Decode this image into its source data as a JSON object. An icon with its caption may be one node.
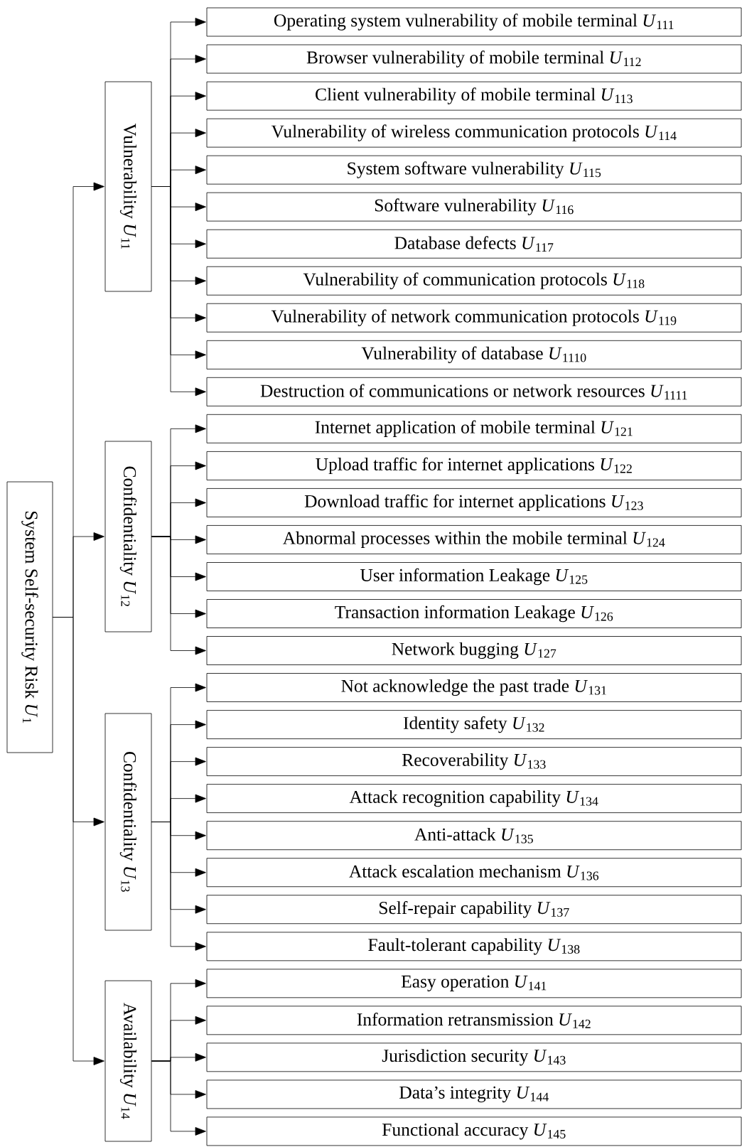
{
  "diagram": {
    "nodes": [
      {
        "text": [
          "System Self-security Risk *U*$_{1}$"
        ]
      },
      {
        "text": [
          "Vulnerability *U*$_{11}$"
        ]
      },
      {
        "text": [
          "Operating system vulnerability of mobile terminal *U*$_{111}$"
        ]
      },
      {
        "text": [
          "Browser vulnerability of mobile terminal *U*$_{112}$"
        ]
      },
      {
        "text": [
          "Client vulnerability of mobile terminal *U*$_{113}$"
        ]
      },
      {
        "text": [
          "Vulnerability of wireless communication protocols *U*$_{114}$"
        ]
      },
      {
        "text": [
          "System software vulnerability *U*$_{115}$"
        ]
      },
      {
        "text": [
          "Software vulnerability *U*$_{116}$"
        ]
      },
      {
        "text": [
          "Database defects *U*$_{117}$"
        ]
      },
      {
        "text": [
          "Vulnerability of communication protocols *U*$_{118}$"
        ]
      },
      {
        "text": [
          "Vulnerability of network communication protocols *U*$_{119}$"
        ]
      },
      {
        "text": [
          "Vulnerability of database *U*$_{1110}$"
        ]
      },
      {
        "text": [
          "Destruction of communications or network resources *U*$_{1111}$"
        ]
      },
      {
        "text": [
          "Confidentiality *U*$_{12}$"
        ]
      },
      {
        "text": [
          "Internet application of mobile terminal *U*$_{121}$"
        ]
      },
      {
        "text": [
          "Upload traffic for internet applications *U*$_{122}$"
        ]
      },
      {
        "text": [
          "Download traffic for internet applications *U*$_{123}$"
        ]
      },
      {
        "text": [
          "Abnormal processes within the mobile terminal *U*$_{124}$"
        ]
      },
      {
        "text": [
          "User information Leakage *U*$_{125}$"
        ]
      },
      {
        "text": [
          "Transaction information Leakage *U*$_{126}$"
        ]
      },
      {
        "text": [
          "Network bugging *U*$_{127}$"
        ]
      },
      {
        "text": [
          "Confidentiality *U*$_{13}$"
        ]
      },
      {
        "text": [
          "Not acknowledge the past trade *U*$_{131}$"
        ]
      },
      {
        "text": [
          "Identity safety *U*$_{132}$"
        ]
      },
      {
        "text": [
          "Recoverability *U*$_{133}$"
        ]
      },
      {
        "text": [
          "Attack recognition capability *U*$_{134}$"
        ]
      },
      {
        "text": [
          "Anti-attack *U*$_{135}$"
        ]
      },
      {
        "text": [
          "Attack escalation mechanism *U*$_{136}$"
        ]
      },
      {
        "text": [
          "Self-repair capability *U*$_{137}$"
        ]
      },
      {
        "text": [
          "Fault-tolerant capability *U*$_{138}$"
        ]
      },
      {
        "text": [
          "Availability *U*$_{14}$"
        ]
      },
      {
        "text": [
          "Easy operation *U*$_{141}$"
        ]
      },
      {
        "text": [
          "Information retransmission *U*$_{142}$"
        ]
      },
      {
        "text": [
          "Jurisdiction security *U*$_{143}$"
        ]
      },
      {
        "text": [
          "Data’s integrity *U*$_{144}$"
        ]
      },
      {
        "text": [
          "Functional accuracy *U*$_{145}$"
        ]
      }
    ],
    "edges": [
      {
        "from": 0,
        "to": 1,
        "arrow": "to"
      },
      {
        "from": 0,
        "to": 13,
        "arrow": "to"
      },
      {
        "from": 0,
        "to": 21,
        "arrow": "to"
      },
      {
        "from": 0,
        "to": 30,
        "arrow": "to"
      },
      {
        "from": 1,
        "to": 2,
        "arrow": "to"
      },
      {
        "from": 1,
        "to": 3,
        "arrow": "to"
      },
      {
        "from": 1,
        "to": 4,
        "arrow": "to"
      },
      {
        "from": 1,
        "to": 5,
        "arrow": "to"
      },
      {
        "from": 1,
        "to": 6,
        "arrow": "to"
      },
      {
        "from": 1,
        "to": 7,
        "arrow": "to"
      },
      {
        "from": 1,
        "to": 8,
        "arrow": "to"
      },
      {
        "from": 1,
        "to": 9,
        "arrow": "to"
      },
      {
        "from": 1,
        "to": 10,
        "arrow": "to"
      },
      {
        "from": 1,
        "to": 11,
        "arrow": "to"
      },
      {
        "from": 1,
        "to": 12,
        "arrow": "to"
      },
      {
        "from": 13,
        "to": 14,
        "arrow": "to"
      },
      {
        "from": 13,
        "to": 15,
        "arrow": "to"
      },
      {
        "from": 13,
        "to": 16,
        "arrow": "to"
      },
      {
        "from": 13,
        "to": 17,
        "arrow": "to"
      },
      {
        "from": 13,
        "to": 18,
        "arrow": "to"
      },
      {
        "from": 13,
        "to": 19,
        "arrow": "to"
      },
      {
        "from": 13,
        "to": 20,
        "arrow": "to"
      },
      {
        "from": 21,
        "to": 22,
        "arrow": "to"
      },
      {
        "from": 21,
        "to": 23,
        "arrow": "to"
      },
      {
        "from": 21,
        "to": 24,
        "arrow": "to"
      },
      {
        "from": 21,
        "to": 25,
        "arrow": "to"
      },
      {
        "from": 21,
        "to": 26,
        "arrow": "to"
      },
      {
        "from": 21,
        "to": 27,
        "arrow": "to"
      },
      {
        "from": 21,
        "to": 28,
        "arrow": "to"
      },
      {
        "from": 21,
        "to": 29,
        "arrow": "to"
      },
      {
        "from": 30,
        "to": 31,
        "arrow": "to"
      },
      {
        "from": 30,
        "to": 32,
        "arrow": "to"
      },
      {
        "from": 30,
        "to": 33,
        "arrow": "to"
      },
      {
        "from": 30,
        "to": 34,
        "arrow": "to"
      },
      {
        "from": 30,
        "to": 35,
        "arrow": "to"
      }
    ]
  }
}
